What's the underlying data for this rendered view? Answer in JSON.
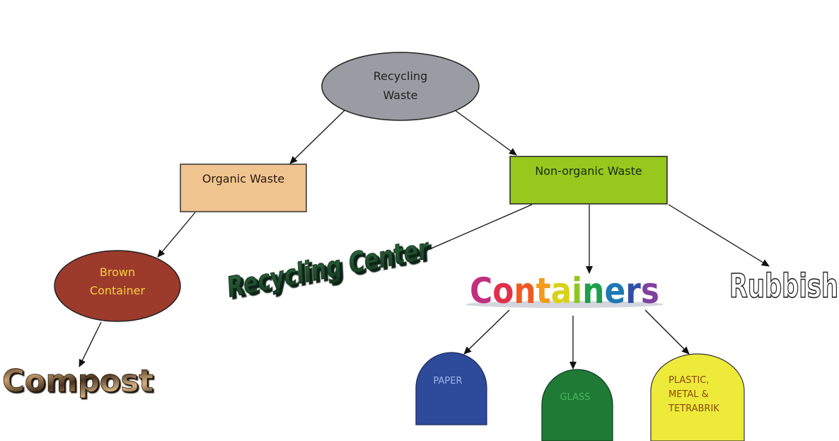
{
  "diagram": {
    "title": "Recycling Waste",
    "root": {
      "lines": [
        "Recycling",
        "Waste"
      ],
      "color": "#9b9ba3"
    },
    "organic": {
      "label": "Organic Waste",
      "color": "#f0c48e"
    },
    "nonorganic": {
      "label": "Non-organic Waste",
      "color": "#96c81e"
    },
    "brown_container": {
      "lines": [
        "Brown",
        "Container"
      ],
      "color": "#9c3a2c",
      "text_color": "#f5d23a"
    },
    "compost": {
      "label": "Compost"
    },
    "recycling_center": {
      "label": "Recycling Center"
    },
    "containers": {
      "letters": [
        "C",
        "o",
        "n",
        "t",
        "a",
        "i",
        "n",
        "e",
        "r",
        "s"
      ],
      "colors": [
        "#c0307c",
        "#e0304a",
        "#f05a20",
        "#f59a1a",
        "#d8d21a",
        "#8cc81e",
        "#1ea04a",
        "#1e78b4",
        "#3050a8",
        "#8040a0"
      ]
    },
    "rubbish": {
      "label": "Rubbish"
    },
    "bins": [
      {
        "lines": [
          "PAPER"
        ],
        "color": "#2e4a9a",
        "text_color": "#9ab8e8"
      },
      {
        "lines": [
          "GLASS"
        ],
        "color": "#1f7a36",
        "text_color": "#4cb85a"
      },
      {
        "lines": [
          "PLASTIC,",
          "METAL &",
          "TETRABRIK"
        ],
        "color": "#eeea3a",
        "text_color": "#8a4a10"
      }
    ]
  }
}
